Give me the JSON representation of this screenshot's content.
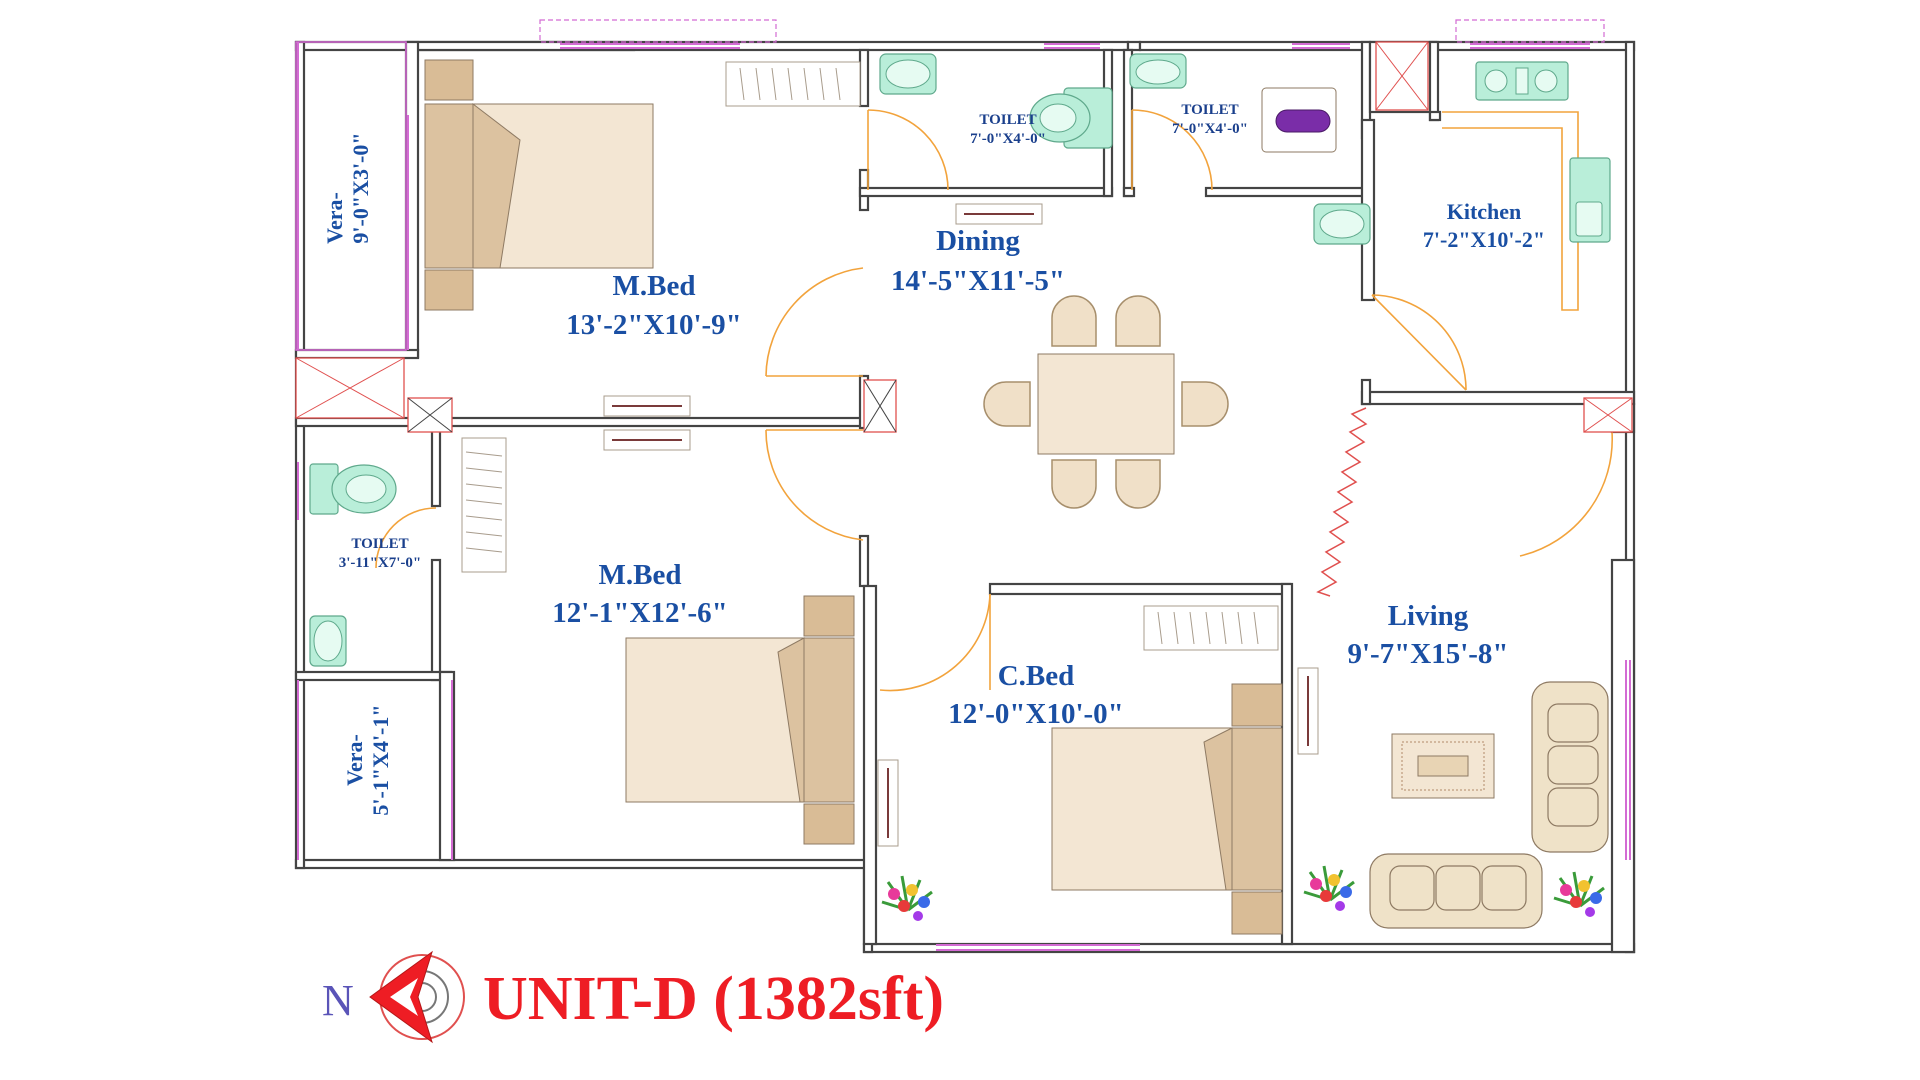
{
  "title": "UNIT-D (1382sft)",
  "north_label": "N",
  "rooms": {
    "vera_top": {
      "name": "Vera-",
      "size": "9'-0\"X3'-0\""
    },
    "mbed_top": {
      "name": "M.Bed",
      "size": "13'-2\"X10'-9\""
    },
    "toilet_a": {
      "name": "TOILET",
      "size": "7'-0\"X4'-0\""
    },
    "toilet_b": {
      "name": "TOILET",
      "size": "7'-0\"X4'-0\""
    },
    "dining": {
      "name": "Dining",
      "size": "14'-5\"X11'-5\""
    },
    "kitchen": {
      "name": "Kitchen",
      "size": "7'-2\"X10'-2\""
    },
    "toilet_c": {
      "name": "TOILET",
      "size": "3'-11\"X7'-0\""
    },
    "mbed_bottom": {
      "name": "M.Bed",
      "size": "12'-1\"X12'-6\""
    },
    "cbed": {
      "name": "C.Bed",
      "size": "12'-0\"X10'-0\""
    },
    "living": {
      "name": "Living",
      "size": "9'-7\"X15'-8\""
    },
    "vera_bottom": {
      "name": "Vera-",
      "size": "5'-1\"X4'-1\""
    }
  },
  "colors": {
    "label": "#1a4fa3",
    "title": "#ee1d24",
    "wall": "#444444",
    "window": "#d36bd3",
    "door": "#f2a33c",
    "fixture": "#b9eed9"
  },
  "icons": [
    "north-arrow-icon",
    "bed-icon",
    "toilet-icon",
    "wash-basin-icon",
    "stove-icon",
    "sink-icon",
    "sofa-icon",
    "plant-icon"
  ]
}
